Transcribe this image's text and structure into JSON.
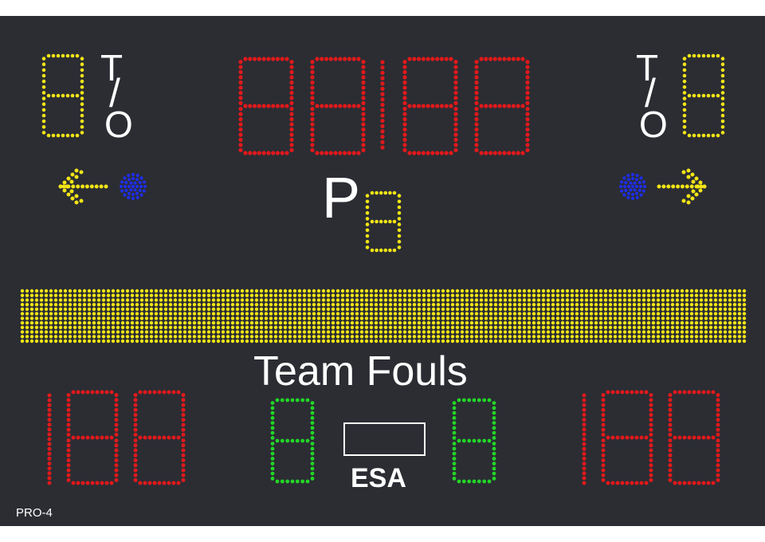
{
  "board": {
    "model_code": "PRO-4",
    "team_fouls_label": "Team Fouls",
    "period_label": "P",
    "brand_label": "ESA",
    "timeout_left": {
      "top": "T",
      "bottom": "O",
      "slash": "/"
    },
    "timeout_right": {
      "top": "T",
      "bottom": "O",
      "slash": "/"
    }
  },
  "colors": {
    "background": "#2b2d33",
    "clock": "#e0191b",
    "score": "#e0191b",
    "timeout": "#f1e416",
    "period": "#f1e416",
    "fouls": "#22d626",
    "possession_arrow": "#f1e416",
    "possession_dot": "#1f2ee6",
    "message_bar": "#f1e416",
    "label": "#ffffff"
  },
  "icons": {
    "left_arrow": "arrow-left-icon",
    "right_arrow": "arrow-right-icon",
    "left_dot": "possession-dot-icon",
    "right_dot": "possession-dot-icon"
  }
}
